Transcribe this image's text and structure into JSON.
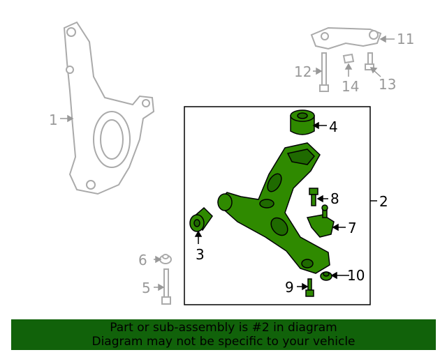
{
  "diagram": {
    "highlight_color": "#2f8a00",
    "callouts": {
      "c1": "1",
      "c2": "2",
      "c3": "3",
      "c4": "4",
      "c5": "5",
      "c6": "6",
      "c7": "7",
      "c8": "8",
      "c9": "9",
      "c10": "10",
      "c11": "11",
      "c12": "12",
      "c13": "13",
      "c14": "14"
    }
  },
  "banner": {
    "line1": "Part or sub-assembly is #2 in diagram",
    "line2": "Diagram may not be specific to your vehicle",
    "color": "#11620a"
  }
}
